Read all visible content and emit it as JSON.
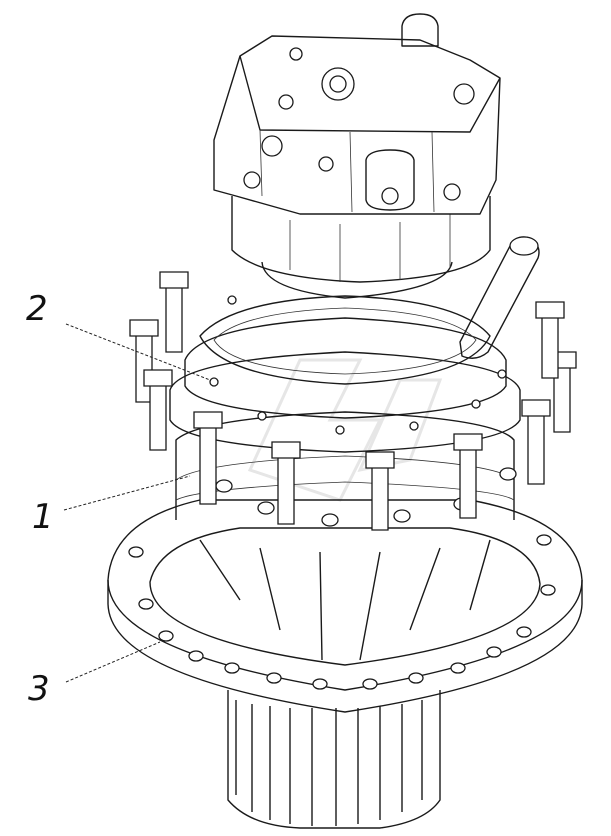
{
  "callouts": {
    "part_1": "1",
    "part_2": "2",
    "part_3": "3"
  },
  "line_color": "#1a1a1a",
  "background": "#ffffff"
}
